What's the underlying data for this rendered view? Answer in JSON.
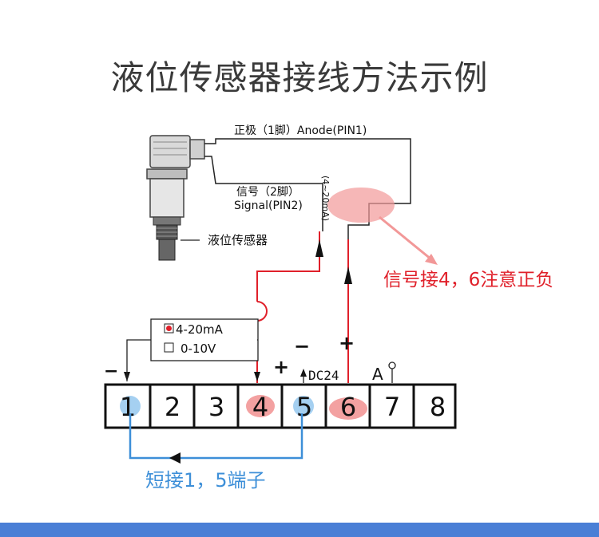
{
  "title": "液位传感器接线方法示例",
  "labels": {
    "anode": "正极（1脚）Anode(PIN1)",
    "signal_cn": "信号（2脚）",
    "signal_en": "Signal(PIN2)",
    "current_range": "(4~20mA)",
    "sensor_name": "液位传感器",
    "note_red": "信号接4，6注意正负",
    "note_blue": "短接1，5端子",
    "opt_current": "4-20mA",
    "opt_voltage": "0-10V",
    "dc24": "DC24",
    "a_label": "A",
    "minus_left": "−",
    "plus_mid": "+",
    "minus_dc": "−",
    "plus_dc": "+"
  },
  "terminals": [
    "1",
    "2",
    "3",
    "4",
    "5",
    "6",
    "7",
    "8"
  ],
  "colors": {
    "wire_red": "#e0202a",
    "highlight_red": "#f08a8a",
    "highlight_blue": "#8fc4ee",
    "blue": "#3d8fd8",
    "bottom_bar": "#4a7fd6"
  }
}
